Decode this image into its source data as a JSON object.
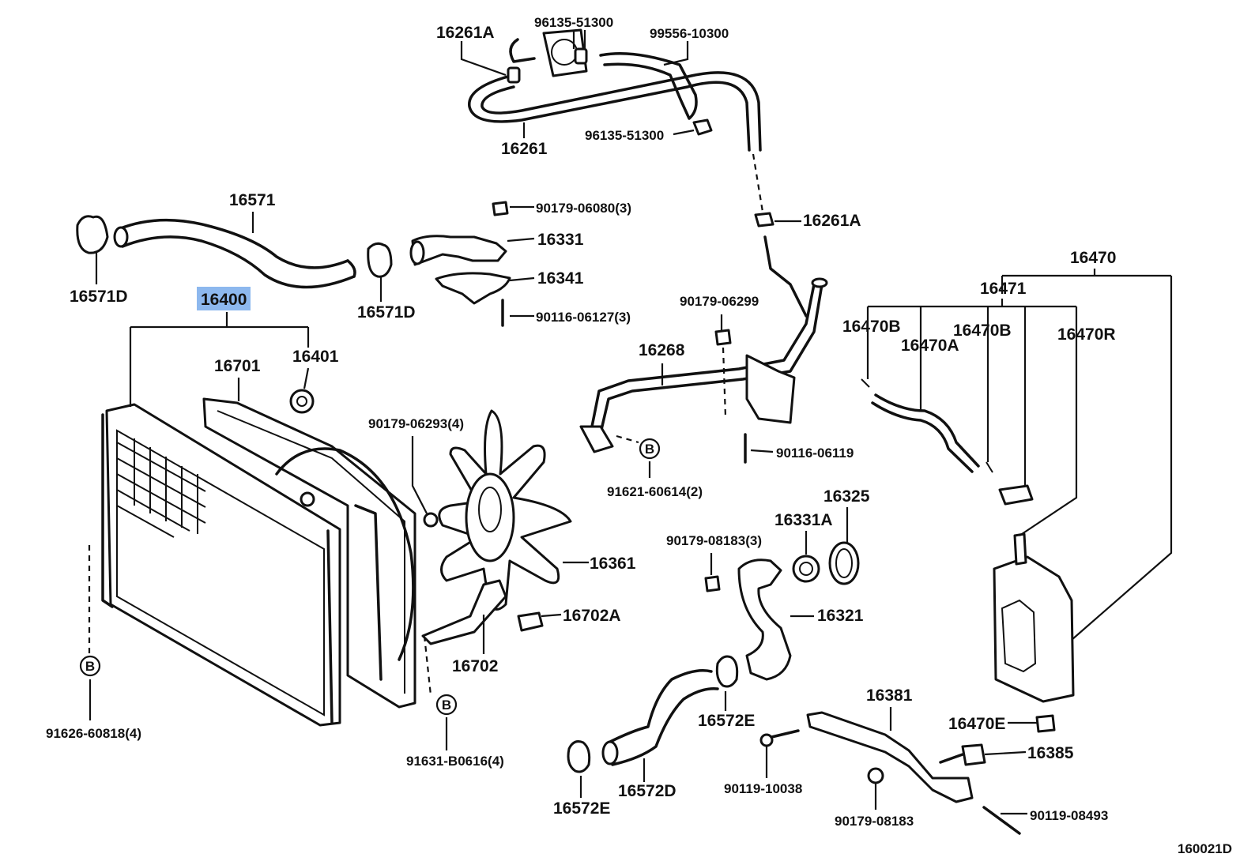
{
  "diagram": {
    "highlighted_part": "16400",
    "highlight_color": "#8db8ee",
    "line_color": "#111111",
    "sheet_code": "160021D",
    "reference_mark": "B",
    "labels": {
      "p16261A_top": "16261A",
      "p96135_top": "96135-51300",
      "p99556": "99556-10300",
      "p96135_mid": "96135-51300",
      "p16261": "16261",
      "p16571": "16571",
      "p16571D_left": "16571D",
      "p16571D_right": "16571D",
      "p90179_06080": "90179-06080(3)",
      "p16331": "16331",
      "p16341": "16341",
      "p90116_06127": "90116-06127(3)",
      "p16261A_mid": "16261A",
      "p90179_06299": "90179-06299",
      "p16268": "16268",
      "p90116_06119": "90116-06119",
      "p91621": "91621-60614(2)",
      "p16400": "16400",
      "p16401": "16401",
      "p16701": "16701",
      "p90179_06293": "90179-06293(4)",
      "p16361": "16361",
      "p16702A": "16702A",
      "p16702": "16702",
      "p91626": "91626-60818(4)",
      "p91631": "91631-B0616(4)",
      "p90179_08183_3": "90179-08183(3)",
      "p16331A": "16331A",
      "p16325": "16325",
      "p16321": "16321",
      "p16572E_right": "16572E",
      "p16572D": "16572D",
      "p16572E_left": "16572E",
      "p90119_10038": "90119-10038",
      "p16381": "16381",
      "p90179_08183": "90179-08183",
      "p90119_08493": "90119-08493",
      "p16385": "16385",
      "p16470E": "16470E",
      "p16470": "16470",
      "p16471": "16471",
      "p16470B_left": "16470B",
      "p16470A": "16470A",
      "p16470B_right": "16470B",
      "p16470R": "16470R"
    }
  }
}
